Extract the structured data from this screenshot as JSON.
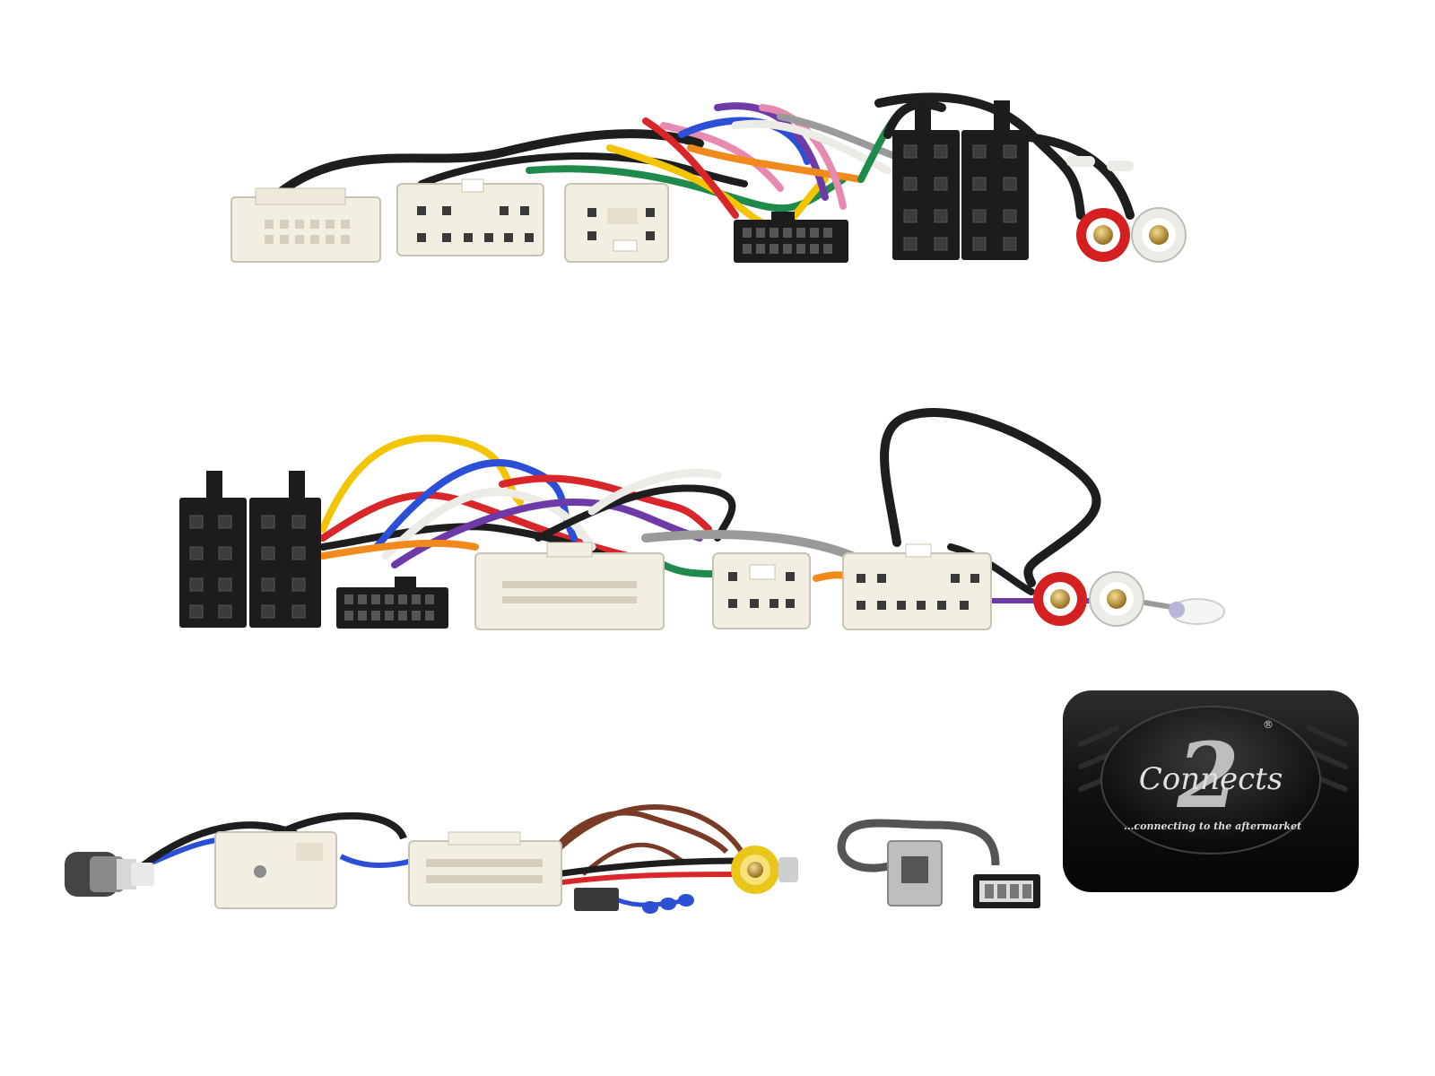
{
  "product": {
    "logo": {
      "numeral": "2",
      "wordmark": "Connects",
      "registered": "®",
      "tagline": "...connecting to the aftermarket"
    }
  },
  "colors": {
    "wire_black": "#1e1e1e",
    "wire_red": "#d8262a",
    "wire_yellow": "#f2c500",
    "wire_blue": "#2c4fd6",
    "wire_green": "#1f8a4c",
    "wire_orange": "#f08a1c",
    "wire_purple": "#6d3aa8",
    "wire_pink": "#e68ab1",
    "wire_white": "#ecebe6",
    "wire_grey": "#9a9a9a",
    "wire_brown": "#7a3b26",
    "connector_white": "#f3eee2",
    "connector_black": "#1c1c1c",
    "module_body": "#151515",
    "rca_red": "#d42020",
    "rca_yellow": "#e8c71a",
    "gold": "#c9a44a"
  },
  "items": [
    {
      "name": "top-harness",
      "components": [
        "toyota-connector-main",
        "toyota-connector-12pin",
        "toyota-connector-6pin",
        "radio-connector-16pin",
        "iso-connector-pair",
        "rca-phono-pair"
      ]
    },
    {
      "name": "middle-harness",
      "components": [
        "iso-connector-pair",
        "radio-connector-16pin",
        "toyota-connector-main",
        "toyota-connector-6pin",
        "toyota-connector-12pin",
        "rca-phono-pair",
        "led-lead"
      ]
    },
    {
      "name": "antenna-adapter"
    },
    {
      "name": "reverse-camera-adapter"
    },
    {
      "name": "usb-adapter"
    },
    {
      "name": "interface-module"
    }
  ]
}
